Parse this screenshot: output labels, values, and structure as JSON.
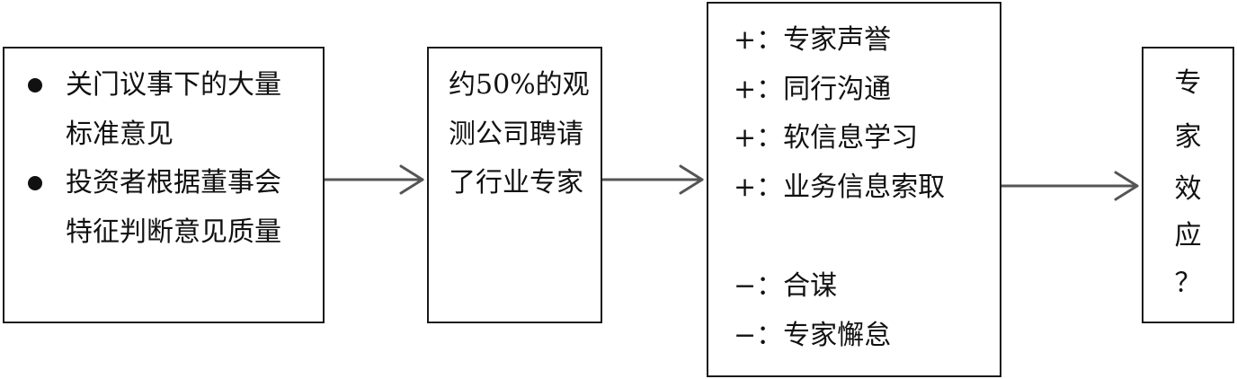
{
  "box1": {
    "bullet1_line1": "关门议事下的大量",
    "bullet1_line2": "标准意见",
    "bullet2_line1": "投资者根据董事会",
    "bullet2_line2": "特征判断意见质量"
  },
  "box2": {
    "line1": "约50%的观",
    "line2": "测公司聘请",
    "line3": "了行业专家"
  },
  "box3": {
    "positive": [
      "+：专家声誉",
      "+：同行沟通",
      "+：软信息学习",
      "+：业务信息索取"
    ],
    "negative": [
      "−：合谋",
      "−：专家懈怠"
    ]
  },
  "box4": {
    "chars": [
      "专",
      "家",
      "效",
      "应",
      "？"
    ]
  }
}
